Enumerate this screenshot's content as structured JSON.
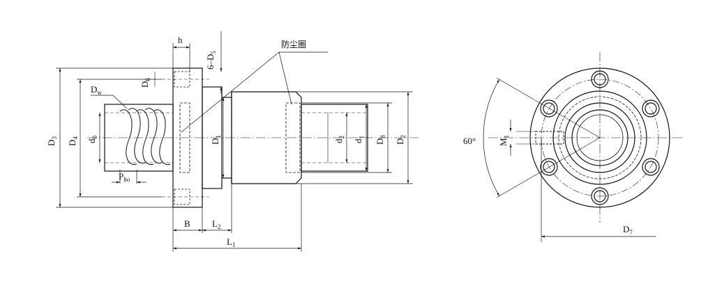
{
  "diagram": {
    "labels": {
      "h": "h",
      "d5": {
        "pre": "6–D",
        "sub": "5"
      },
      "dust_seal": "防尘圈",
      "d6": {
        "main": "D",
        "sub": "6"
      },
      "dw": {
        "main": "D",
        "sub": "w"
      },
      "d3": {
        "main": "D",
        "sub": "3"
      },
      "d4": {
        "main": "D",
        "sub": "4"
      },
      "d0": {
        "main": "d",
        "sub": "0"
      },
      "d1_big": {
        "main": "D",
        "sub": "1"
      },
      "d2_small": {
        "main": "d",
        "sub": "2"
      },
      "d1_small": {
        "main": "d",
        "sub": "1"
      },
      "d8": {
        "main": "D",
        "sub": "8"
      },
      "d2_big": {
        "main": "D",
        "sub": "2"
      },
      "pho": {
        "main": "P",
        "sub": "ho"
      },
      "b": "B",
      "l2": {
        "main": "L",
        "sub": "2"
      },
      "l1": {
        "main": "L",
        "sub": "1"
      },
      "angle": "60°",
      "m": {
        "main": "M",
        "sub": "1"
      },
      "d7": {
        "main": "D",
        "sub": "7"
      }
    }
  }
}
